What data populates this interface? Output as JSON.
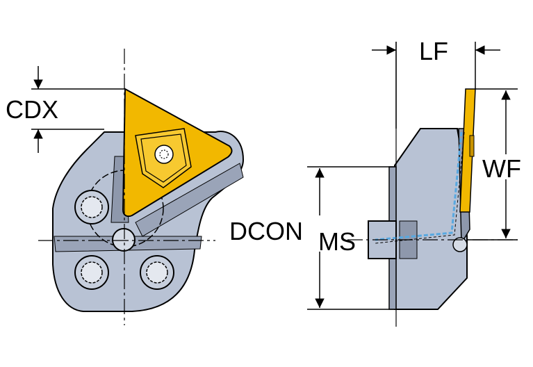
{
  "drawing": {
    "labels": {
      "cdx": "CDX",
      "lf": "LF",
      "wf": "WF",
      "dcon": "DCON",
      "ms": "MS"
    },
    "colors": {
      "body": "#b8c2d4",
      "body_dark": "#8e98ac",
      "insert": "#f2b800",
      "insert_dark": "#c99300",
      "coolant": "#58a8e0",
      "line": "#000000"
    }
  }
}
